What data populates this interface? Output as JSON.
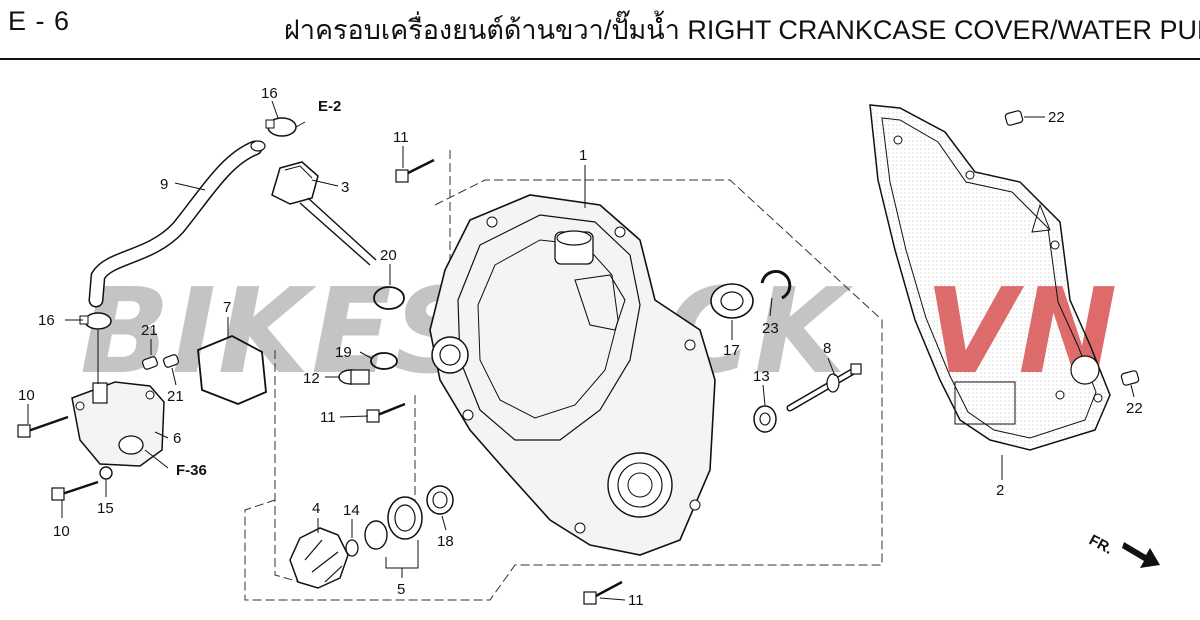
{
  "header": {
    "sheet_code": "E - 6",
    "title": "ฝาครอบเครื่องยนต์ด้านขวา/ปั๊มน้ำ  RIGHT CRANKCASE COVER/WATER PUMP"
  },
  "watermark": {
    "text_gray": "BIKESTOCK",
    "text_red": "VN",
    "color_gray": "#c4c4c4",
    "color_red": "#e06a6a"
  },
  "colors": {
    "line": "#111111",
    "dash": "#333333",
    "part_fill": "#f4f4f4"
  },
  "callouts": {
    "c1": "1",
    "c2": "2",
    "c3": "3",
    "c4": "4",
    "c5": "5",
    "c6": "6",
    "c7": "7",
    "c8": "8",
    "c9": "9",
    "c10a": "10",
    "c10b": "10",
    "c11a": "11",
    "c11b": "11",
    "c11c": "11",
    "c12": "12",
    "c13": "13",
    "c14": "14",
    "c15": "15",
    "c16a": "16",
    "c16b": "16",
    "c17": "17",
    "c18": "18",
    "c19": "19",
    "c20": "20",
    "c21a": "21",
    "c21b": "21",
    "c22a": "22",
    "c22b": "22",
    "c23": "23"
  },
  "references": {
    "e2": "E-2",
    "f36": "F-36"
  },
  "direction": {
    "fr": "FR."
  }
}
